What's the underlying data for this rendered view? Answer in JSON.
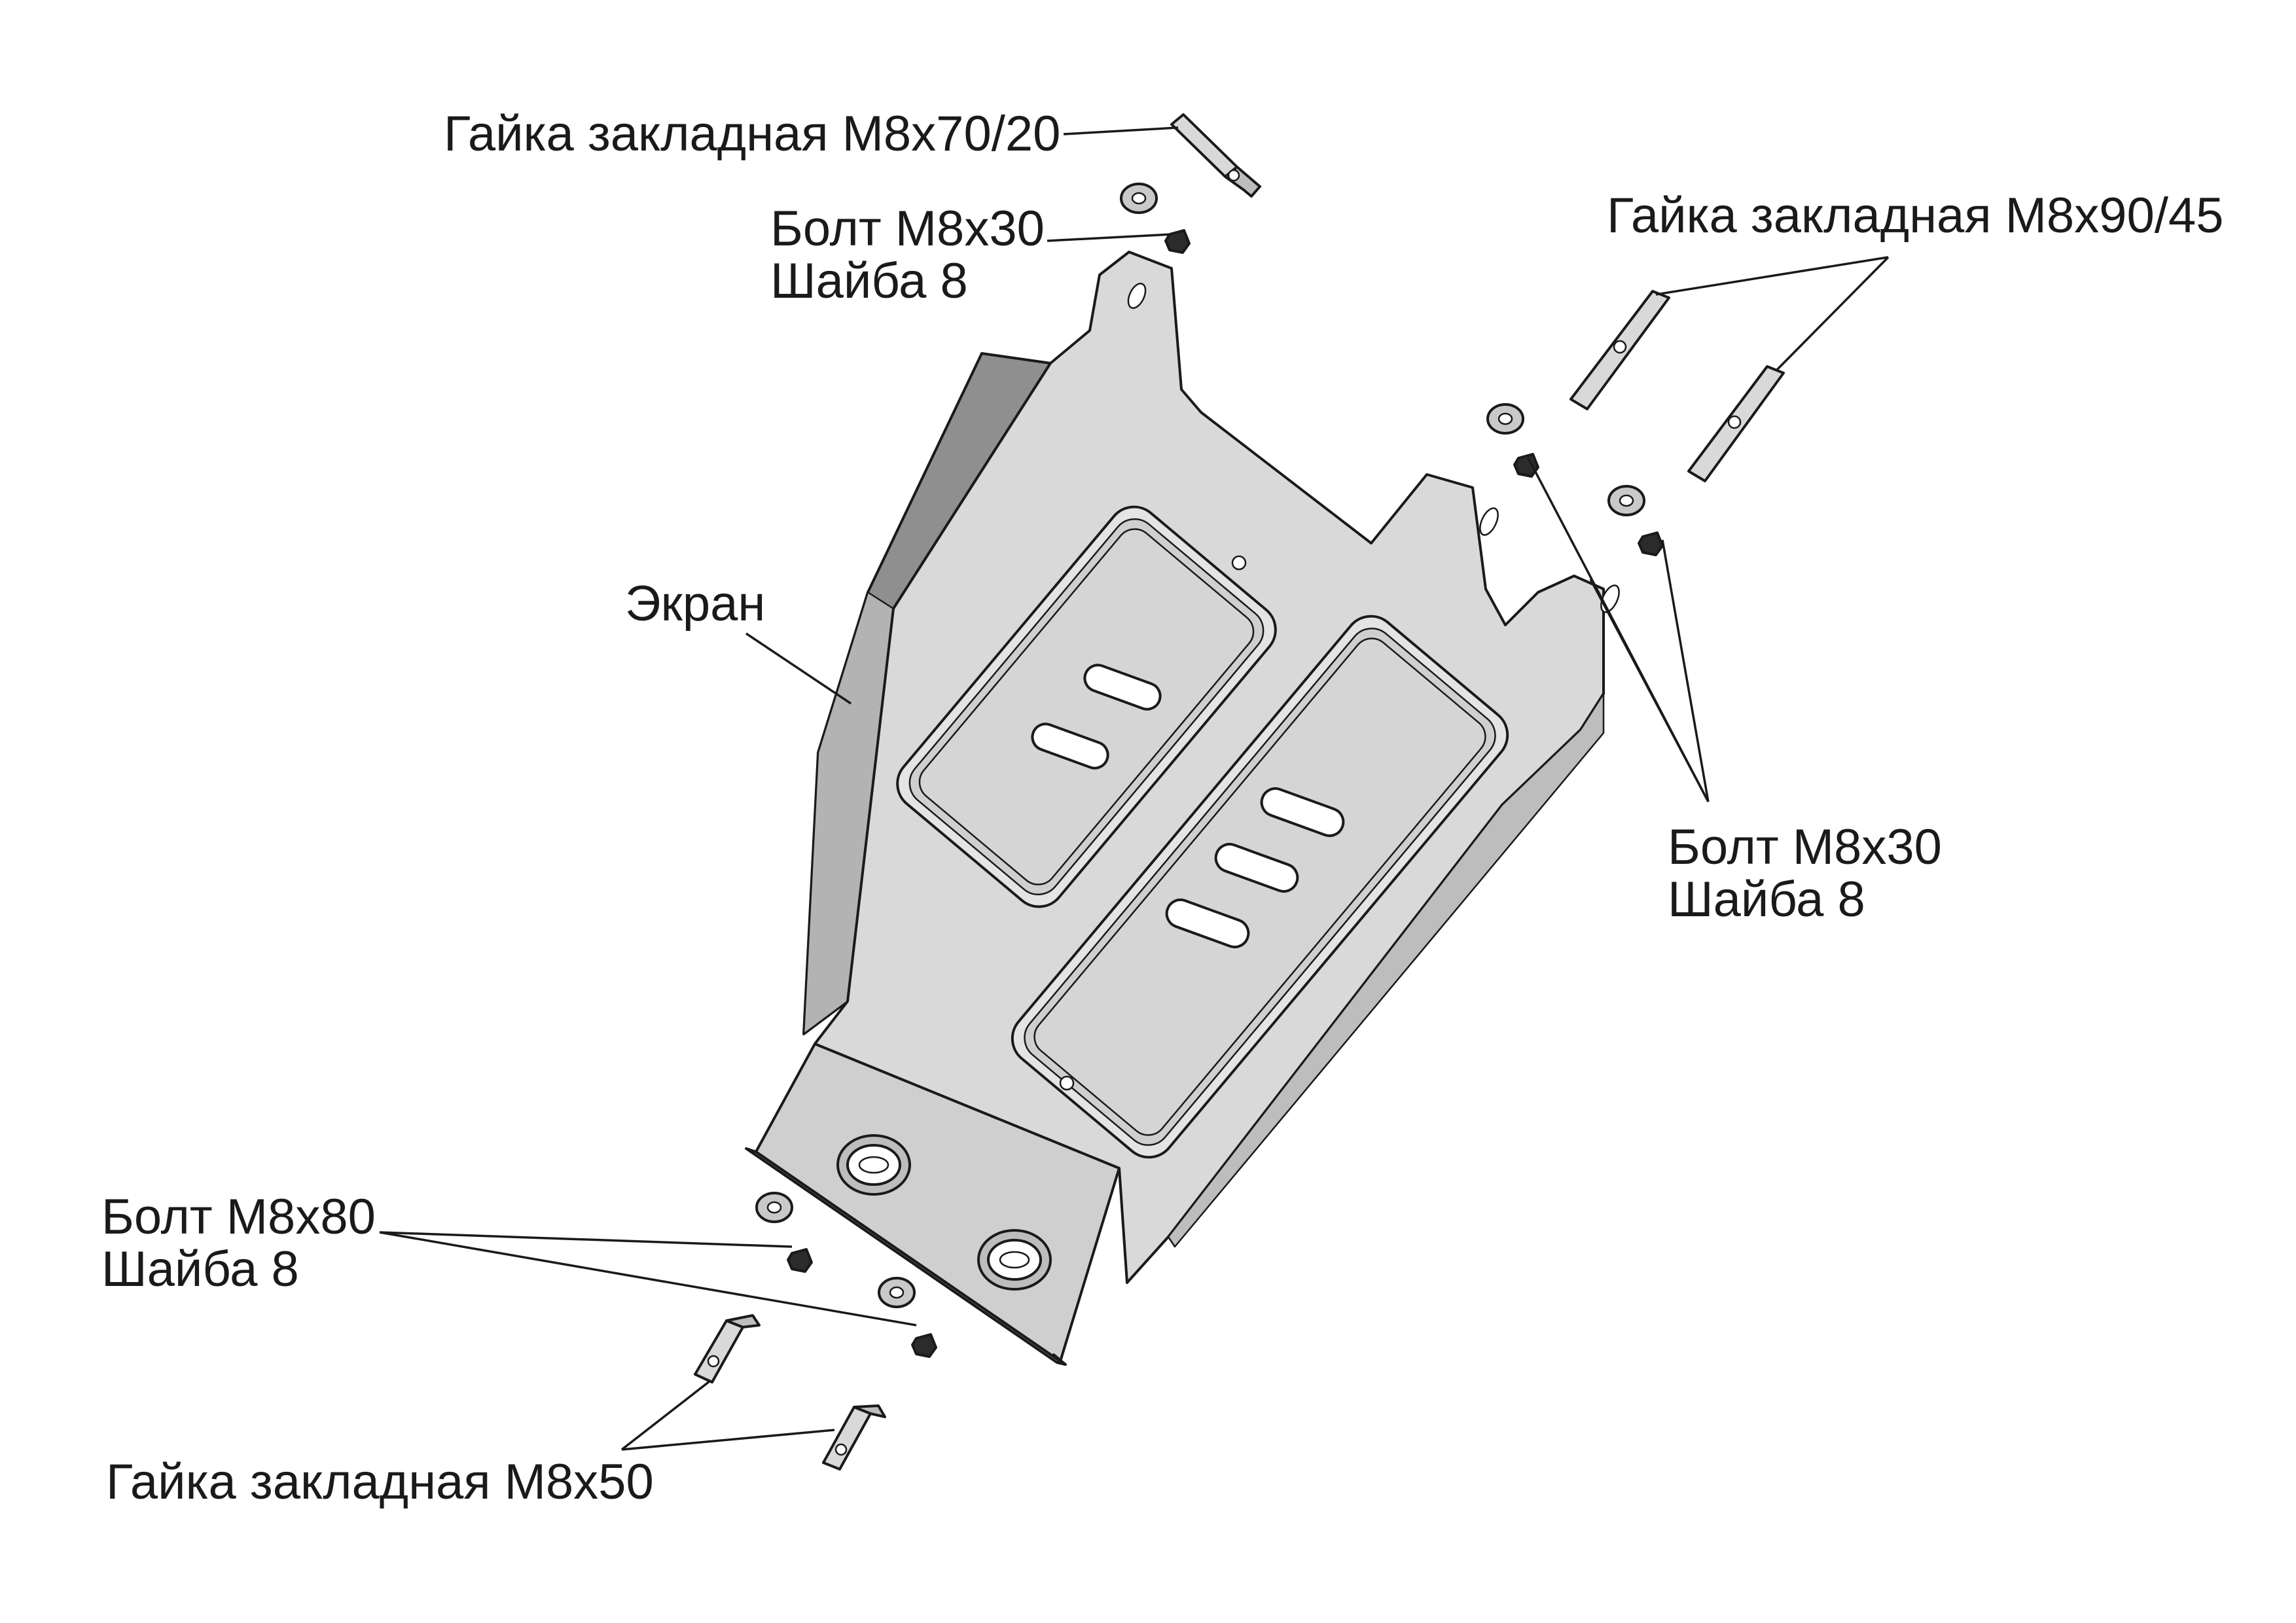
{
  "labels": {
    "nut_top": "Гайка закладная М8х70/20",
    "bolt_top_line1": "Болт М8х30",
    "bolt_top_line2": "Шайба 8",
    "nut_right": "Гайка закладная М8х90/45",
    "screen": "Экран",
    "bolt_right_line1": "Болт М8х30",
    "bolt_right_line2": "Шайба 8",
    "bolt_bottom_line1": "Болт М8х80",
    "bolt_bottom_line2": "Шайба 8",
    "nut_bottom": "Гайка закладная М8х50"
  },
  "colors": {
    "plate_face": "#d9d9d9",
    "plate_side": "#8f8f8f",
    "plate_edge": "#bdbdbd",
    "ink": "#1a1a1a",
    "background": "#ffffff"
  }
}
